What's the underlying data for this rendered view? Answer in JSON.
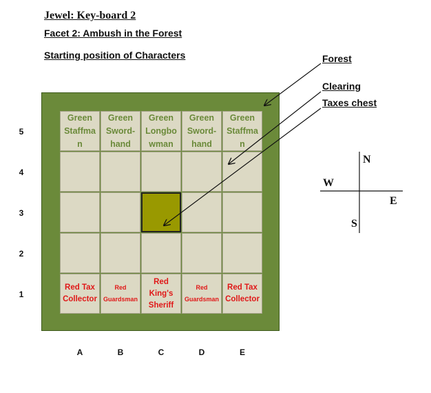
{
  "header": {
    "title": "Jewel: Key-board 2",
    "facet": "Facet 2: Ambush in the Forest",
    "subtitle": "Starting position of Characters"
  },
  "labels": {
    "forest": "Forest",
    "clearing": "Clearing",
    "taxes_chest": "Taxes chest"
  },
  "board": {
    "row5": [
      "Green Staffma n",
      "Green Sword- hand",
      "Green Longbo wman",
      "Green Sword- hand",
      "Green Staffma n"
    ],
    "row1": [
      "Red Tax Collector",
      "Red Guardsman",
      "Red King's Sheriff",
      "Red Guardsman",
      "Red Tax Collector"
    ],
    "rows": [
      "5",
      "4",
      "3",
      "2",
      "1"
    ],
    "cols": [
      "A",
      "B",
      "C",
      "D",
      "E"
    ]
  },
  "compass": {
    "n": "N",
    "w": "W",
    "e": "E",
    "s": "S"
  },
  "colors": {
    "forest": "#6b8a3a",
    "clearing": "#dcd9c4",
    "chest": "#999900",
    "green_text": "#6b8a3a",
    "red_text": "#e01818"
  }
}
